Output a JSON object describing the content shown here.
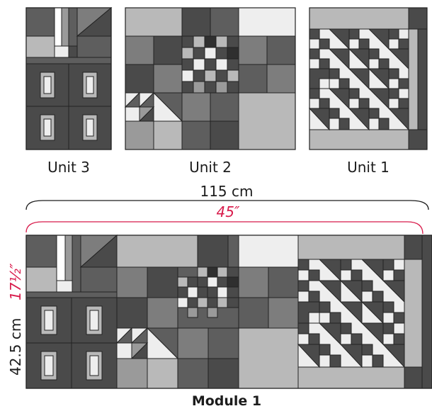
{
  "labels": {
    "unit3": "Unit 3",
    "unit2": "Unit 2",
    "unit1": "Unit 1",
    "module": "Module 1"
  },
  "dimensions": {
    "width_metric": "115 cm",
    "width_imperial": "45″",
    "height_metric": "42.5 cm",
    "height_imperial": "17½″"
  },
  "colors": {
    "outline": "#222222",
    "dark": "#4a4a4a",
    "mid_dark": "#5e5e5e",
    "mid": "#7d7d7d",
    "mid_light": "#9a9a9a",
    "light": "#b9b9b9",
    "pale": "#eeeeee",
    "accent_red": "#d81b4b"
  }
}
